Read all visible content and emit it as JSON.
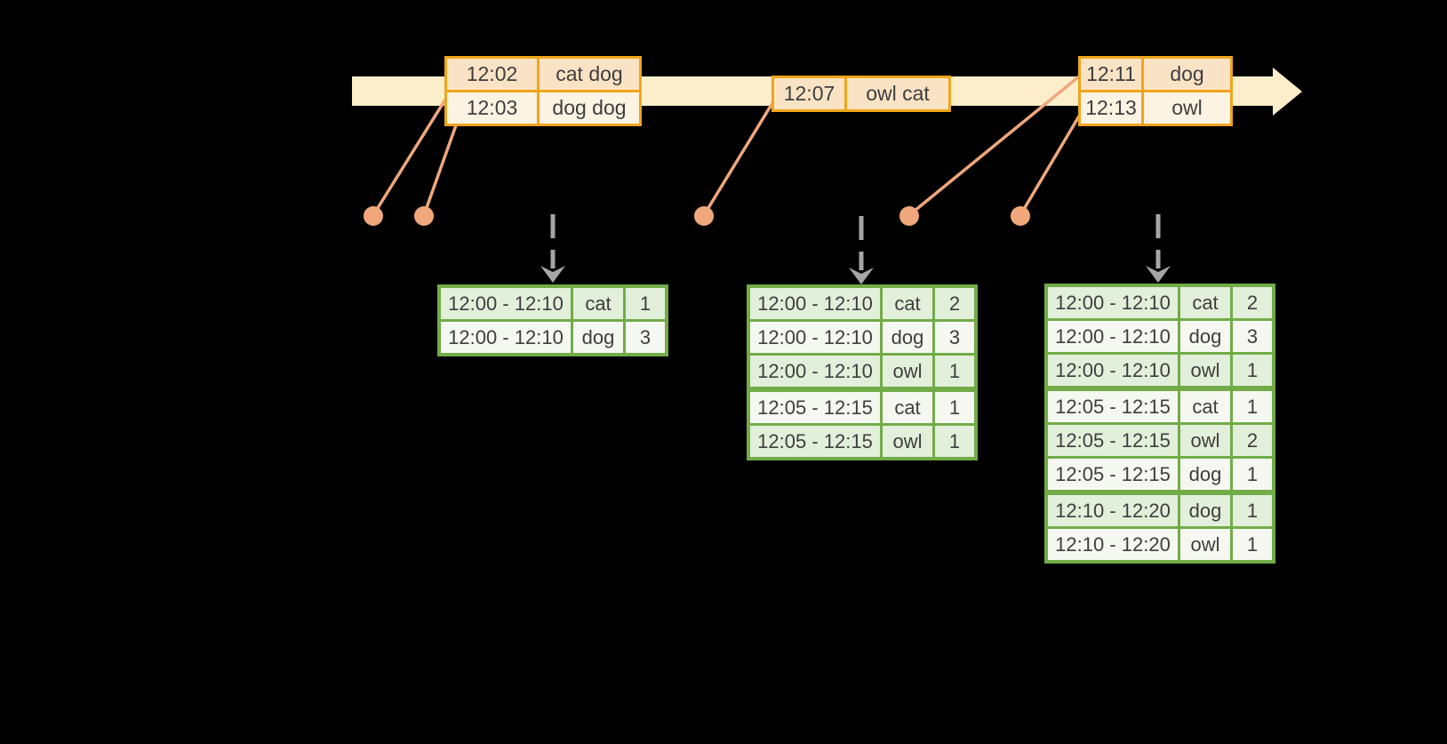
{
  "colors": {
    "background": "#000000",
    "timeline": "#FCEECA",
    "orange_border": "#EFA51C",
    "orange_row_dark": "#FAE3C5",
    "orange_row_light": "#FDF3E3",
    "salmon": "#F0A77B",
    "green_border": "#71AC48",
    "green_row_dark": "#E2EFDA",
    "green_row_light": "#F4F8F0",
    "arrow_gray": "#A6A6A6",
    "text": "#3E3E3E"
  },
  "icons": [
    "timeline-arrow",
    "event-dot",
    "event-connector-line",
    "trigger-arrow"
  ],
  "event_tables": [
    {
      "rows": [
        {
          "time": "12:02",
          "words": "cat dog"
        },
        {
          "time": "12:03",
          "words": "dog dog"
        }
      ]
    },
    {
      "rows": [
        {
          "time": "12:07",
          "words": "owl cat"
        }
      ]
    },
    {
      "rows": [
        {
          "time": "12:11",
          "words": "dog"
        },
        {
          "time": "12:13",
          "words": "owl"
        }
      ]
    }
  ],
  "result_tables": [
    {
      "groups": [
        [
          {
            "window": "12:00 - 12:10",
            "word": "cat",
            "count": "1"
          },
          {
            "window": "12:00 - 12:10",
            "word": "dog",
            "count": "3"
          }
        ]
      ]
    },
    {
      "groups": [
        [
          {
            "window": "12:00 - 12:10",
            "word": "cat",
            "count": "2"
          },
          {
            "window": "12:00 - 12:10",
            "word": "dog",
            "count": "3"
          },
          {
            "window": "12:00 - 12:10",
            "word": "owl",
            "count": "1"
          }
        ],
        [
          {
            "window": "12:05 - 12:15",
            "word": "cat",
            "count": "1"
          },
          {
            "window": "12:05 - 12:15",
            "word": "owl",
            "count": "1"
          }
        ]
      ]
    },
    {
      "groups": [
        [
          {
            "window": "12:00 - 12:10",
            "word": "cat",
            "count": "2"
          },
          {
            "window": "12:00 - 12:10",
            "word": "dog",
            "count": "3"
          },
          {
            "window": "12:00 - 12:10",
            "word": "owl",
            "count": "1"
          }
        ],
        [
          {
            "window": "12:05 - 12:15",
            "word": "cat",
            "count": "1"
          },
          {
            "window": "12:05 - 12:15",
            "word": "owl",
            "count": "2"
          },
          {
            "window": "12:05 - 12:15",
            "word": "dog",
            "count": "1"
          }
        ],
        [
          {
            "window": "12:10 - 12:20",
            "word": "dog",
            "count": "1"
          },
          {
            "window": "12:10 - 12:20",
            "word": "owl",
            "count": "1"
          }
        ]
      ]
    }
  ]
}
